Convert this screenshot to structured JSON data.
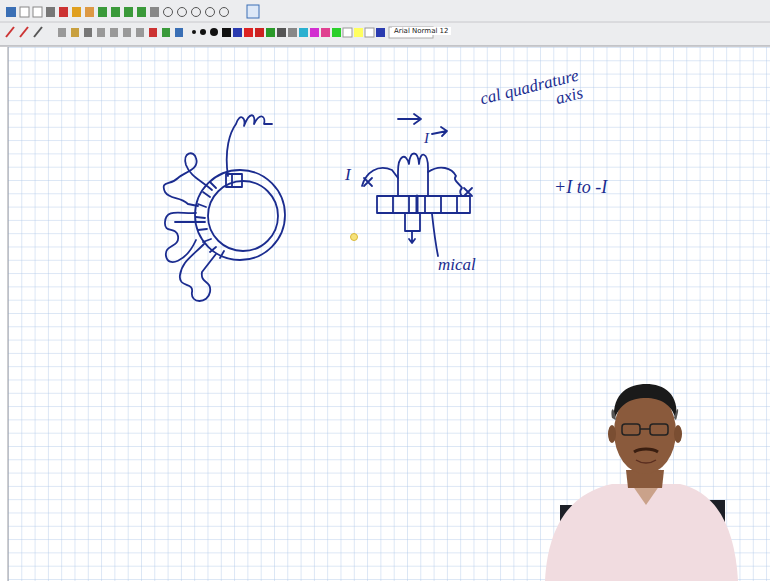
{
  "diagram": {
    "labels": [
      "Arial Normal 12",
      "cal quadrature axis",
      "I",
      "I",
      "mical",
      "+I to -I"
    ]
  }
}
